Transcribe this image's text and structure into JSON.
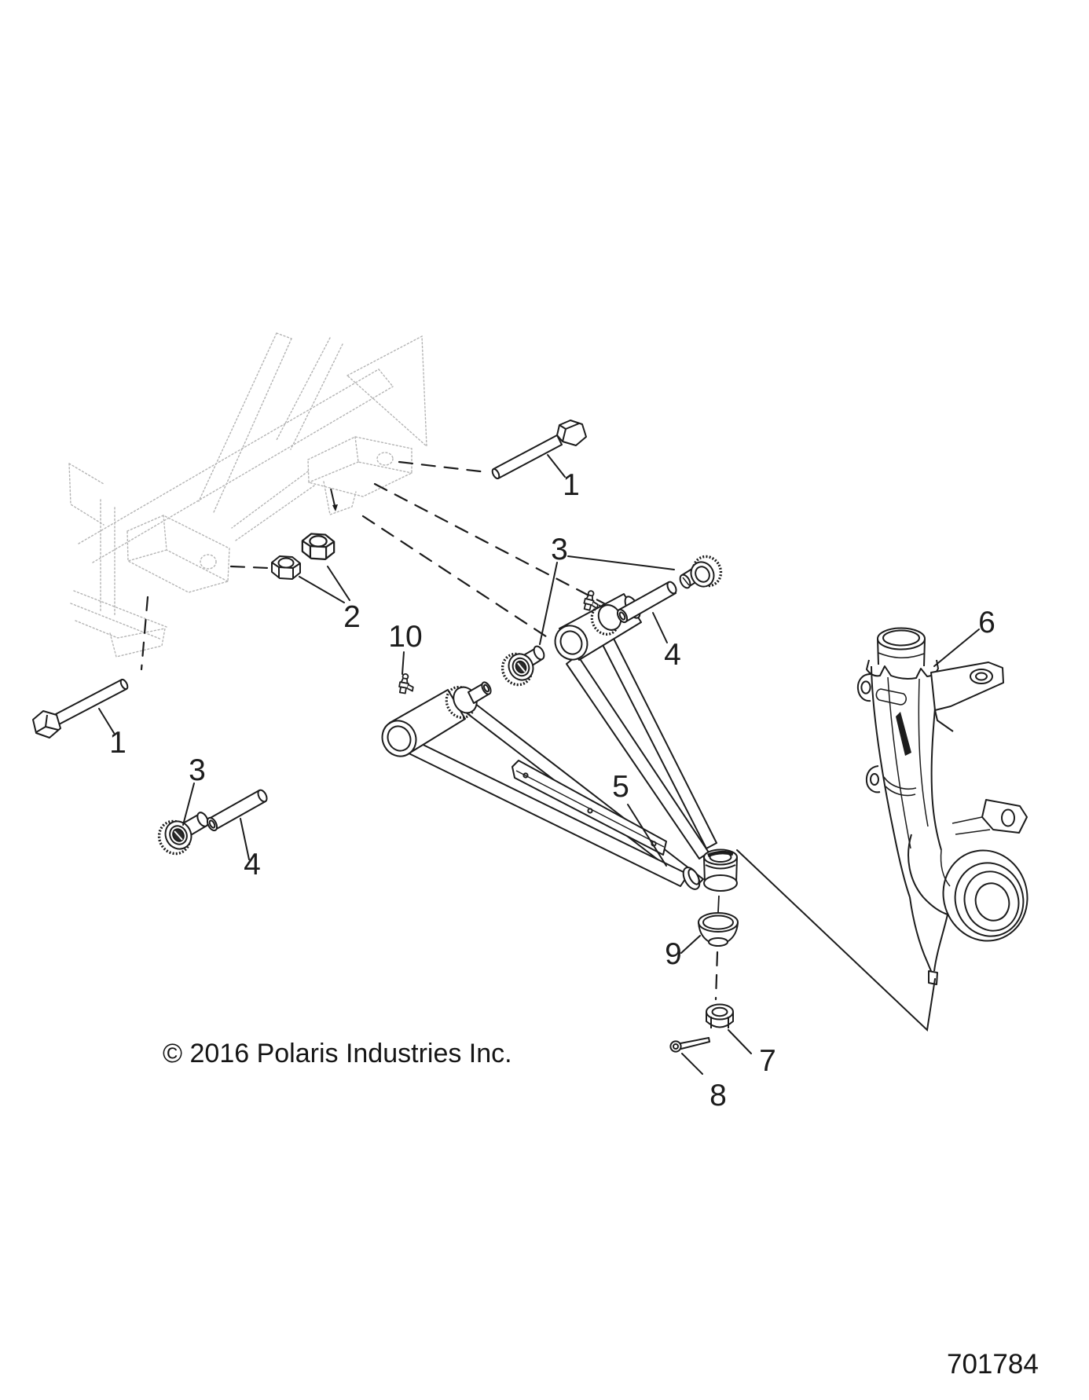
{
  "diagram": {
    "type": "exploded-parts-diagram",
    "copyright": "© 2016 Polaris Industries Inc.",
    "part_number": "701784",
    "colors": {
      "ink": "#1c1c1c",
      "ghost": "#b4b4b4",
      "background": "#ffffff"
    },
    "callouts": [
      {
        "label": "1"
      },
      {
        "label": "2"
      },
      {
        "label": "3"
      },
      {
        "label": "4"
      },
      {
        "label": "10"
      },
      {
        "label": "1"
      },
      {
        "label": "3"
      },
      {
        "label": "4"
      },
      {
        "label": "5"
      },
      {
        "label": "6"
      },
      {
        "label": "9"
      },
      {
        "label": "7"
      },
      {
        "label": "8"
      }
    ]
  }
}
